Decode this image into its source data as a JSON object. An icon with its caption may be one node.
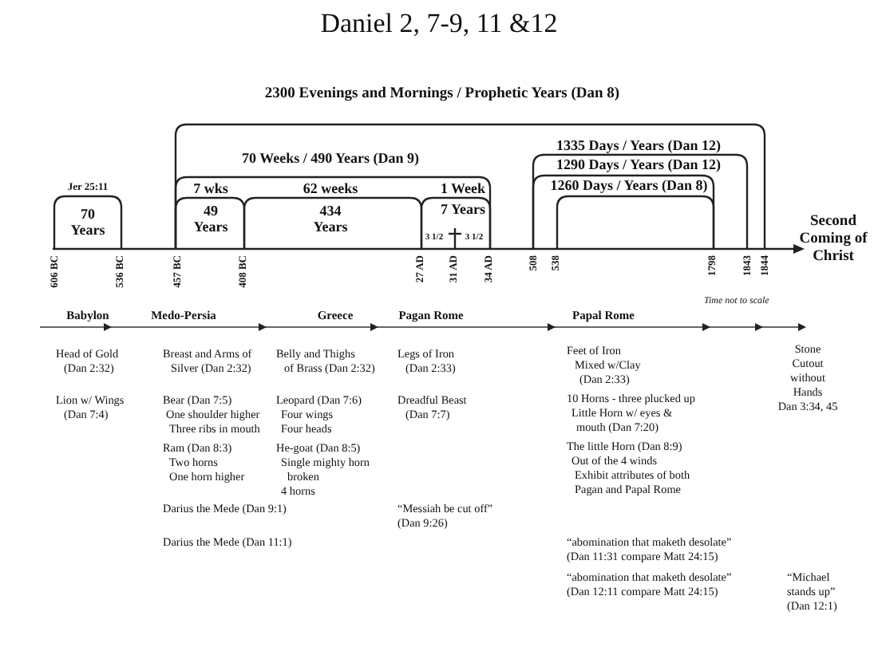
{
  "diagram": {
    "title": "Daniel 2, 7-9, 11 &12",
    "labels": [
      "2300 Evenings and Mornings / Prophetic Years (Dan 8)",
      "70 Weeks / 490 Years (Dan 9)",
      "1335 Days / Years (Dan 12)",
      "1290 Days / Years (Dan 12)",
      "1260 Days / Years (Dan 8)",
      "Jer 25:11",
      "7 wks",
      "62 weeks",
      "1 Week",
      "70 Years",
      "49 Years",
      "434 Years",
      "7 Years",
      "3 1/2",
      "3 1/2",
      "Second Coming of Christ",
      "606 BC",
      "536 BC",
      "457 BC",
      "408 BC",
      "27 AD",
      "31 AD",
      "34 AD",
      "508",
      "538",
      "1798",
      "1843",
      "1844",
      "Time not to scale",
      "Babylon",
      "Medo-Persia",
      "Greece",
      "Pagan Rome",
      "Papal Rome",
      "Head of Gold",
      "(Dan 2:32)",
      "Breast and Arms of",
      "Silver (Dan 2:32)",
      "Belly and Thighs",
      "of Brass (Dan 2:32)",
      "Legs of Iron",
      "(Dan 2:33)",
      "Feet of Iron",
      "Mixed w/Clay",
      "(Dan 2:33)",
      "Stone",
      "Cutout",
      "without",
      "Hands",
      "Dan 3:34, 45",
      "Lion w/ Wings",
      "(Dan 7:4)",
      "Bear (Dan 7:5)",
      "One shoulder higher",
      "Three ribs in mouth",
      "Leopard (Dan 7:6)",
      "Four wings",
      "Four heads",
      "Dreadful Beast",
      "(Dan 7:7)",
      "10 Horns - three plucked up",
      "Little Horn w/ eyes &",
      "mouth (Dan 7:20)",
      "Ram (Dan 8:3)",
      "Two horns",
      "One horn higher",
      "He-goat (Dan 8:5)",
      "Single mighty horn",
      "broken",
      "4 horns",
      "The little Horn (Dan 8:9)",
      "Out of the 4 winds",
      "Exhibit attributes of both",
      "Pagan and Papal Rome",
      "Darius the Mede (Dan 9:1)",
      "“Messiah be cut off”",
      "(Dan 9:26)",
      "Darius the Mede (Dan 11:1)",
      "“abomination that maketh desolate”",
      "(Dan 11:31 compare Matt 24:15)",
      "“abomination that maketh desolate”",
      "(Dan 12:11 compare Matt 24:15)",
      "“Michael",
      "stands up”",
      "(Dan 12:1)"
    ]
  }
}
